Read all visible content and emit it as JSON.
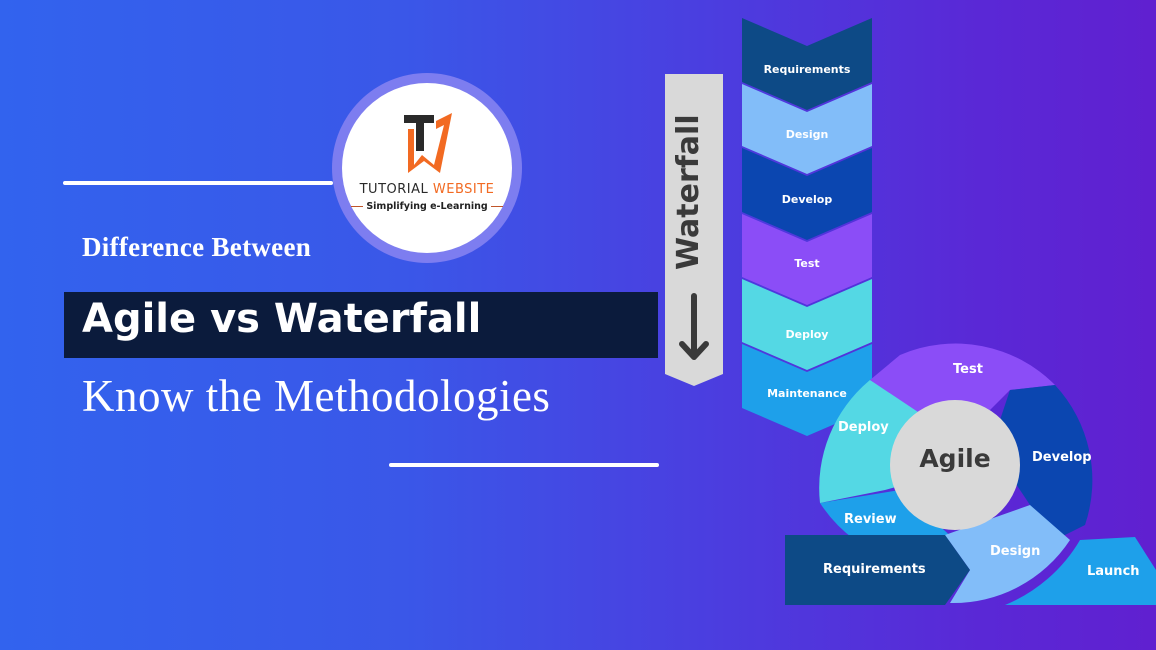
{
  "colors": {
    "bg_left": "#3263ee",
    "bg_right": "#6020d0",
    "title_bar": "#0b1b3c",
    "logo_orange": "#f26a22",
    "logo_dark": "#2a2a2a",
    "waterfall_banner": "#d9d9d9",
    "dark_navy": "#0d4a86",
    "light_blue": "#82bdf9",
    "royal_blue": "#0b46b0",
    "violet": "#8b4df7",
    "cyan": "#54d8e4",
    "sky_blue": "#1ea0ea",
    "agile_center": "#d9d9d9"
  },
  "logo": {
    "brand_part1": "TUTORIAL ",
    "brand_part2": "WEBSITE",
    "slogan": "Simplifying e-Learning"
  },
  "heading": {
    "subtitle": "Difference Between",
    "title": "Agile vs Waterfall",
    "tagline": "Know the Methodologies"
  },
  "waterfall": {
    "label": "Waterfall",
    "arrow_icon": "arrow-down-icon",
    "steps": [
      {
        "label": "Requirements",
        "color": "#0d4a86"
      },
      {
        "label": "Design",
        "color": "#82bdf9"
      },
      {
        "label": "Develop",
        "color": "#0b46b0"
      },
      {
        "label": "Test",
        "color": "#8b4df7"
      },
      {
        "label": "Deploy",
        "color": "#54d8e4"
      },
      {
        "label": "Maintenance",
        "color": "#1ea0ea"
      }
    ]
  },
  "agile": {
    "center_label": "Agile",
    "segments": [
      {
        "label": "Requirements",
        "color": "#0d4a86"
      },
      {
        "label": "Design",
        "color": "#82bdf9"
      },
      {
        "label": "Develop",
        "color": "#0b46b0"
      },
      {
        "label": "Test",
        "color": "#8b4df7"
      },
      {
        "label": "Deploy",
        "color": "#54d8e4"
      },
      {
        "label": "Review",
        "color": "#1ea0ea"
      },
      {
        "label": "Launch",
        "color": "#1ea0ea"
      }
    ]
  }
}
